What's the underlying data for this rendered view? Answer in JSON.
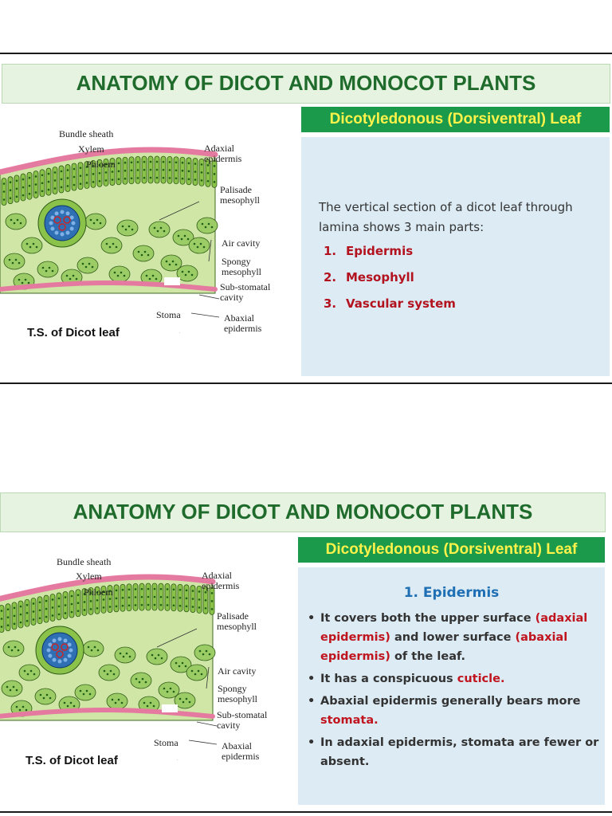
{
  "slide1": {
    "title": "ANATOMY OF DICOT AND MONOCOT PLANTS",
    "subtitle": "Dicotyledonous (Dorsiventral) Leaf",
    "figure": {
      "labels": {
        "bundle_sheath": "Bundle sheath",
        "xylem": "Xylem",
        "phloem": "Phloem",
        "adaxial": "Adaxial\nepidermis",
        "palisade": "Palisade\nmesophyll",
        "air": "Air cavity",
        "spongy": "Spongy\nmesophyll",
        "substomatal": "Sub-stomatal\ncavity",
        "stoma": "Stoma",
        "abaxial": "Abaxial\nepidermis"
      },
      "caption": "T.S. of Dicot leaf"
    },
    "intro": "The vertical section of a dicot leaf through lamina shows 3 main parts:",
    "parts": [
      {
        "num": "1.",
        "label": "Epidermis"
      },
      {
        "num": "2.",
        "label": "Mesophyll"
      },
      {
        "num": "3.",
        "label": "Vascular system"
      }
    ]
  },
  "slide2": {
    "title": "ANATOMY OF DICOT AND MONOCOT PLANTS",
    "subtitle": "Dicotyledonous (Dorsiventral) Leaf",
    "figure": {
      "labels": {
        "bundle_sheath": "Bundle sheath",
        "xylem": "Xylem",
        "phloem": "Phloem",
        "adaxial": "Adaxial\nepidermis",
        "palisade": "Palisade\nmesophyll",
        "air": "Air cavity",
        "spongy": "Spongy\nmesophyll",
        "substomatal": "Sub-stomatal\ncavity",
        "stoma": "Stoma",
        "abaxial": "Abaxial\nepidermis"
      },
      "caption": "T.S. of Dicot leaf"
    },
    "heading": "1. Epidermis",
    "bullets": [
      {
        "parts": [
          {
            "text": "It covers both the upper surface ",
            "highlight": false
          },
          {
            "text": "(adaxial epidermis)",
            "highlight": true
          },
          {
            "text": " and lower surface ",
            "highlight": false
          },
          {
            "text": "(abaxial epidermis)",
            "highlight": true
          },
          {
            "text": " of the leaf.",
            "highlight": false
          }
        ]
      },
      {
        "parts": [
          {
            "text": "It has a conspicuous ",
            "highlight": false
          },
          {
            "text": "cuticle.",
            "highlight": true
          }
        ]
      },
      {
        "parts": [
          {
            "text": "Abaxial epidermis generally bears more ",
            "highlight": false
          },
          {
            "text": "stomata.",
            "highlight": true
          }
        ]
      },
      {
        "parts": [
          {
            "text": "In adaxial epidermis, stomata are fewer or absent.",
            "highlight": false
          }
        ]
      }
    ]
  },
  "colors": {
    "title_text": "#1f6b2c",
    "title_bg": "#e5f3e0",
    "subtitle_bg": "#1a9a4a",
    "subtitle_text": "#fff24a",
    "panel_bg": "#dcebf4",
    "highlight": "#c0141e",
    "heading_blue": "#1f6fb5"
  }
}
